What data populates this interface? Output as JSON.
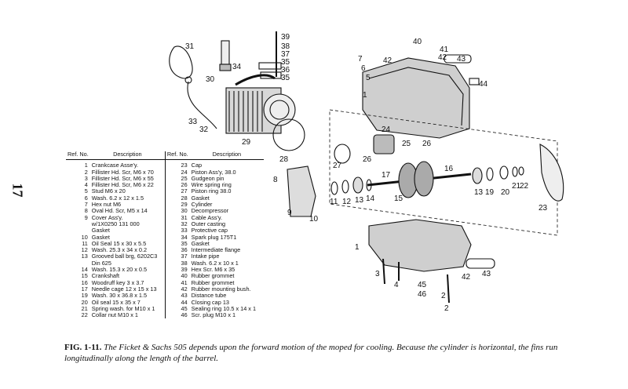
{
  "page_number": "17",
  "legend": {
    "header": {
      "ref": "Ref. No.",
      "description": "Description"
    },
    "left_items": [
      {
        "ref": "1",
        "desc": "Crankcase Asse'y."
      },
      {
        "ref": "2",
        "desc": "Fillister Hd. Scr, M6 x 70"
      },
      {
        "ref": "3",
        "desc": "Fillister Hd. Scr, M6 x 55"
      },
      {
        "ref": "4",
        "desc": "Fillister Hd. Scr, M6 x 22"
      },
      {
        "ref": "5",
        "desc": "Stud M6 x 20"
      },
      {
        "ref": "6",
        "desc": "Wash. 6.2 x 12 x 1.5"
      },
      {
        "ref": "7",
        "desc": "Hex nut M6"
      },
      {
        "ref": "8",
        "desc": "Oval Hd. Scr, M5 x 14"
      },
      {
        "ref": "9",
        "desc": "Cover Ass'y."
      },
      {
        "ref": "",
        "desc": "w/1X0250 131 000"
      },
      {
        "ref": "",
        "desc": "Gasket"
      },
      {
        "ref": "10",
        "desc": "Gasket"
      },
      {
        "ref": "11",
        "desc": "Oil Seal 15 x 30 x 5.5"
      },
      {
        "ref": "12",
        "desc": "Wash. 25.3 x 34 x 0.2"
      },
      {
        "ref": "13",
        "desc": "Grooved ball brg, 6202C3"
      },
      {
        "ref": "",
        "desc": "Din 625"
      },
      {
        "ref": "14",
        "desc": "Wash. 15.3 x 20 x 0.5"
      },
      {
        "ref": "15",
        "desc": "Crankshaft"
      },
      {
        "ref": "16",
        "desc": "Woodruff key 3 x 3.7"
      },
      {
        "ref": "17",
        "desc": "Needle cage 12 x 15 x 13"
      },
      {
        "ref": "19",
        "desc": "Wash. 30 x 36.8 x 1.5"
      },
      {
        "ref": "20",
        "desc": "Oil seal 15 x 35 x 7"
      },
      {
        "ref": "21",
        "desc": "Spring wash. for M10 x 1"
      },
      {
        "ref": "22",
        "desc": "Collar nut M10 x 1"
      }
    ],
    "right_items": [
      {
        "ref": "23",
        "desc": "Cap"
      },
      {
        "ref": "24",
        "desc": "Piston Ass'y, 38.0"
      },
      {
        "ref": "25",
        "desc": "Gudgeon pin"
      },
      {
        "ref": "26",
        "desc": "Wire spring ring"
      },
      {
        "ref": "27",
        "desc": "Piston ring 38.0"
      },
      {
        "ref": "28",
        "desc": "Gasket"
      },
      {
        "ref": "29",
        "desc": "Cylinder"
      },
      {
        "ref": "30",
        "desc": "Decompressor"
      },
      {
        "ref": "31",
        "desc": "Cable Ass'y."
      },
      {
        "ref": "32",
        "desc": "Outer casting"
      },
      {
        "ref": "33",
        "desc": "Protective cap"
      },
      {
        "ref": "34",
        "desc": "Spark plug 175T1"
      },
      {
        "ref": "35",
        "desc": "Gasket"
      },
      {
        "ref": "36",
        "desc": "Intermediate flange"
      },
      {
        "ref": "37",
        "desc": "Intake pipe"
      },
      {
        "ref": "38",
        "desc": "Wash. 6.2 x 10 x 1"
      },
      {
        "ref": "39",
        "desc": "Hex Scr. M6 x 35"
      },
      {
        "ref": "40",
        "desc": "Rubber grommet"
      },
      {
        "ref": "41",
        "desc": "Rubber grommet"
      },
      {
        "ref": "42",
        "desc": "Rubber mounting bush."
      },
      {
        "ref": "43",
        "desc": "Distance tube"
      },
      {
        "ref": "44",
        "desc": "Closing cap 13"
      },
      {
        "ref": "45",
        "desc": "Sealing ring 10.5 x 14 x 1"
      },
      {
        "ref": "46",
        "desc": "Scr. plug M10 x 1"
      }
    ]
  },
  "callouts": [
    "39",
    "38",
    "37",
    "35",
    "36",
    "35",
    "34",
    "31",
    "30",
    "33",
    "32",
    "29",
    "28",
    "40",
    "41",
    "7",
    "6",
    "5",
    "42",
    "42",
    "43",
    "44",
    "1",
    "24",
    "25",
    "26",
    "26",
    "27",
    "17",
    "16",
    "8",
    "9",
    "10",
    "11",
    "12",
    "13",
    "14",
    "15",
    "13",
    "19",
    "20",
    "21",
    "22",
    "23",
    "1",
    "3",
    "4",
    "2",
    "42",
    "43",
    "45",
    "46",
    "2"
  ],
  "caption": {
    "label": "FIG. 1-11.",
    "text": "The Ficket & Sachs 505 depends upon the forward motion of the moped for cooling. Because the cylinder is horizontal, the fins run longitudinally along the length of the barrel."
  }
}
